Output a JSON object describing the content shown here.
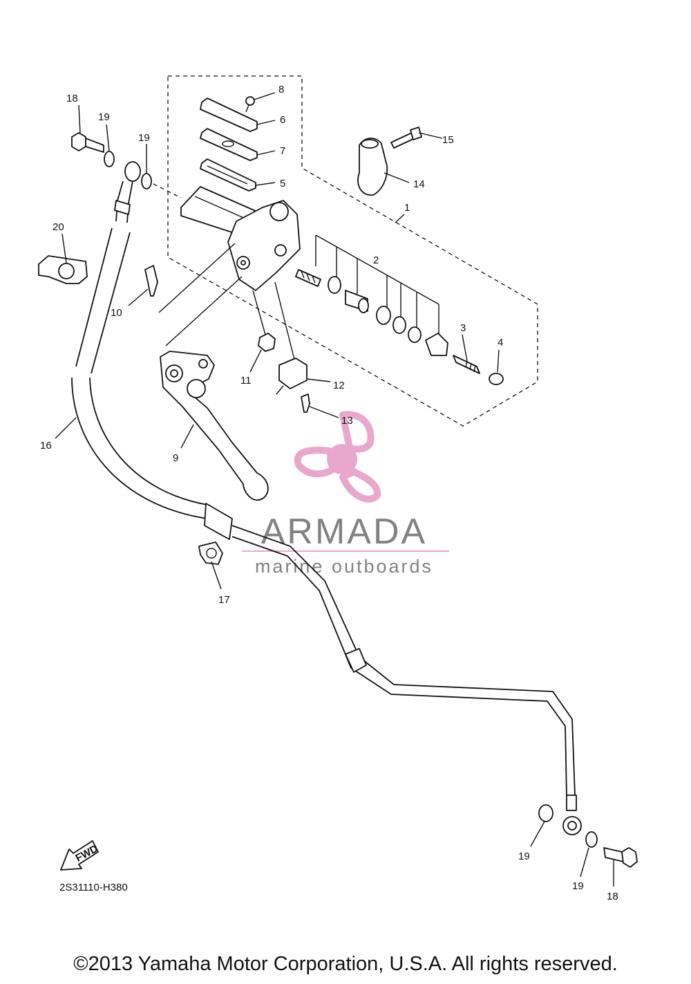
{
  "labels": [
    "1",
    "2",
    "3",
    "4",
    "5",
    "6",
    "7",
    "8",
    "9",
    "10",
    "11",
    "12",
    "13",
    "14",
    "15",
    "16",
    "17",
    "18",
    "18",
    "19",
    "19",
    "19",
    "19",
    "20"
  ],
  "diagram_code": "2S31110-H380",
  "fwd_label": "FWD",
  "watermark": {
    "brand": "ARMADA",
    "tagline": "marine outboards",
    "accent_color": "#e8a3c9"
  },
  "copyright": "©2013 Yamaha Motor Corporation, U.S.A. All rights reserved."
}
